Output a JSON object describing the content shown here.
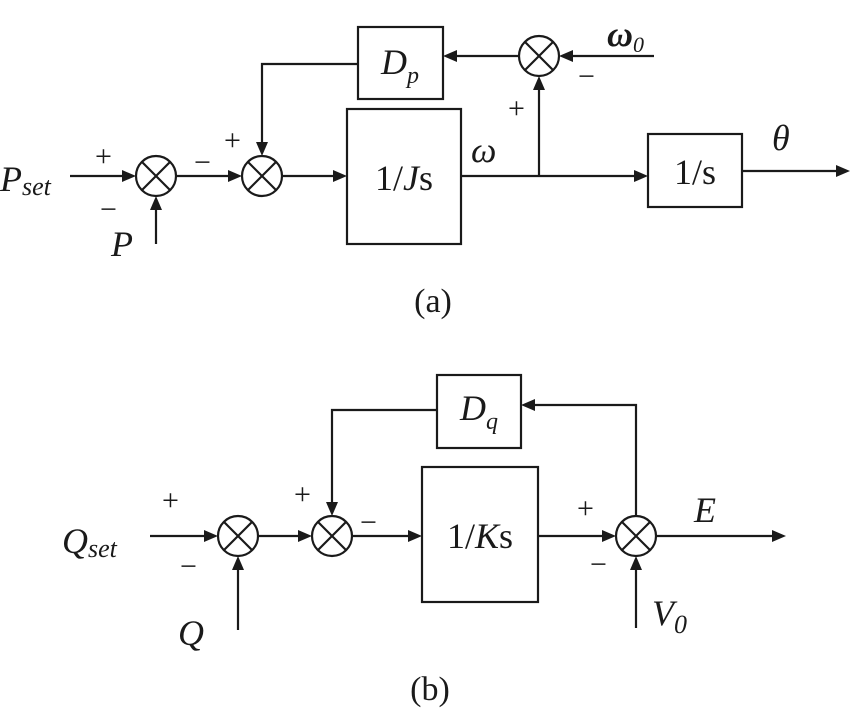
{
  "panel_a": {
    "caption": "(a)",
    "blocks": {
      "dp": {
        "main": "D",
        "sub": "p"
      },
      "inertia": {
        "pre": "1/",
        "var": "J",
        "post": "s"
      },
      "integrator": {
        "text": "1/s"
      }
    },
    "labels": {
      "pset": {
        "main": "P",
        "sub": "set"
      },
      "p": "P",
      "omega": "ω",
      "omega0": {
        "main": "ω",
        "sub": "0"
      },
      "theta": "θ"
    },
    "signs": {
      "s1_plus": "+",
      "s1_minus": "−",
      "s2_plus": "+",
      "s2_minus": "−",
      "s3_plus": "+",
      "s3_minus": "−"
    }
  },
  "panel_b": {
    "caption": "(b)",
    "blocks": {
      "dq": {
        "main": "D",
        "sub": "q"
      },
      "voltage": {
        "pre": "1/",
        "var": "K",
        "post": "s"
      }
    },
    "labels": {
      "qset": {
        "main": "Q",
        "sub": "set"
      },
      "q": "Q",
      "e": "E",
      "v0": {
        "main": "V",
        "sub": "0"
      }
    },
    "signs": {
      "s1_plus": "+",
      "s1_minus": "−",
      "s2_plus": "+",
      "s2_minus": "−",
      "s3_plus": "+",
      "s3_minus": "−"
    }
  }
}
